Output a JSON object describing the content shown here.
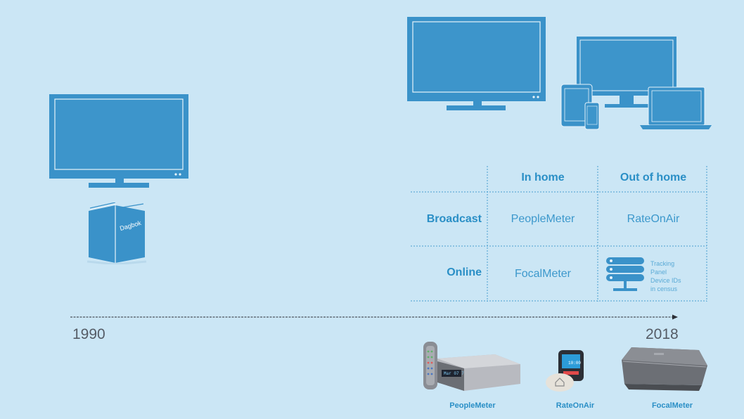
{
  "colors": {
    "background": "#cbe6f5",
    "accent": "#3a92c9",
    "text_blue": "#2a8fc6",
    "year_gray": "#555c66"
  },
  "diary_label": "Dagbok",
  "timeline": {
    "start_year": "1990",
    "end_year": "2018"
  },
  "table": {
    "col_headers": [
      "In home",
      "Out of home"
    ],
    "rows": [
      {
        "label": "Broadcast",
        "in_home": "PeopleMeter",
        "out_of_home": "RateOnAir"
      },
      {
        "label": "Online",
        "in_home": "FocalMeter",
        "out_of_home_lines": [
          "Tracking",
          "Panel",
          "Device IDs",
          "in census"
        ]
      }
    ]
  },
  "devices": [
    {
      "label": "PeopleMeter",
      "screen_text": "Mar 07 7"
    },
    {
      "label": "RateOnAir",
      "screen_text": "10:00"
    },
    {
      "label": "FocalMeter"
    }
  ],
  "icons": [
    "tv-icon",
    "diary-book-icon",
    "multi-screen-icon",
    "server-icon",
    "timeline-arrow-icon"
  ]
}
